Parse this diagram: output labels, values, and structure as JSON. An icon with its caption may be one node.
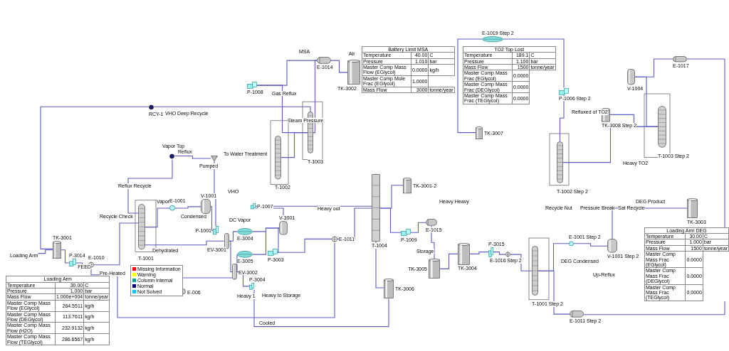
{
  "diagram": {
    "nodes": [
      {
        "text": [
          "TK-3001"
        ]
      },
      {
        "text": [
          "P-3014"
        ]
      },
      {
        "text": [
          "E-1010"
        ]
      },
      {
        "text": [
          "T-1001"
        ]
      },
      {
        "text": [
          "E-1001"
        ]
      },
      {
        "text": [
          "V-1001"
        ]
      },
      {
        "text": [
          "P-1001"
        ]
      },
      {
        "text": [],
        "shape": "triangle"
      },
      {
        "text": [
          "RCY-1"
        ]
      },
      {
        "text": [],
        "shape": "circle"
      },
      {
        "text": [
          "EV-3001"
        ]
      },
      {
        "text": [
          "E-3004"
        ]
      },
      {
        "text": [
          "V-3001"
        ]
      },
      {
        "text": [
          "E-3005"
        ]
      },
      {
        "text": [
          "EV-3002"
        ]
      },
      {
        "text": [
          "P-3004"
        ]
      },
      {
        "text": [
          "E-006"
        ]
      },
      {
        "text": [
          "P-3003"
        ]
      },
      {
        "text": [
          "E-1011"
        ]
      },
      {
        "text": [
          "T-1002"
        ]
      },
      {
        "text": [
          "T-1003"
        ]
      },
      {
        "text": [
          "E-1014"
        ]
      },
      {
        "text": [
          "P-1008"
        ]
      },
      {
        "text": [
          "TK-3002"
        ]
      },
      {
        "text": [
          "T-1004"
        ]
      },
      {
        "text": [
          "P-1009"
        ]
      },
      {
        "text": [
          "E-1015"
        ]
      },
      {
        "text": [
          "TK-3005"
        ]
      },
      {
        "text": [
          "TK-3004"
        ]
      },
      {
        "text": [
          "P-3015"
        ]
      },
      {
        "text": [
          "E-1016 Step 2"
        ]
      },
      {
        "text": [
          "T-1001 Step 2"
        ]
      },
      {
        "text": [
          "E-1001 Step 2"
        ]
      },
      {
        "text": [
          "V-1001 Step 2"
        ]
      },
      {
        "text": [
          "TK-3003"
        ]
      },
      {
        "text": [
          "E-1011 Step 2"
        ]
      },
      {
        "text": [
          "E-1019 Step 2"
        ]
      },
      {
        "text": [
          "P-1006 Step 2"
        ]
      },
      {
        "text": [
          "TK-3007"
        ]
      },
      {
        "text": [
          "T-1002 Step 2"
        ]
      },
      {
        "text": [
          "V-1004"
        ]
      },
      {
        "text": [
          "E-1017"
        ]
      },
      {
        "text": [
          "T-1003 Step 2"
        ]
      },
      {
        "text": [
          "TK-3001-2"
        ]
      },
      {
        "text": [
          "TK-3006"
        ]
      },
      {
        "text": [
          "TK-3008 Step 2"
        ]
      },
      {
        "text": [
          "P-1007"
        ]
      },
      {
        "text": [
          "Loading Arm"
        ]
      }
    ],
    "edges": [
      {
        "from": 47,
        "to": 0,
        "arrow": "none"
      },
      {
        "from": 0,
        "to": 1,
        "arrow": "none"
      },
      {
        "from": 1,
        "to": 2,
        "arrow": "none",
        "label": "FEED"
      },
      {
        "from": 2,
        "to": 3,
        "arrow": "none"
      },
      {
        "from": 3,
        "to": 4,
        "arrow": "none"
      },
      {
        "from": 4,
        "to": 5,
        "arrow": "none"
      },
      {
        "from": 5,
        "to": 6,
        "arrow": "none"
      },
      {
        "from": 6,
        "to": 7,
        "arrow": "none"
      },
      {
        "from": 7,
        "to": 9,
        "arrow": "none"
      },
      {
        "from": 9,
        "to": 3,
        "arrow": "none"
      },
      {
        "from": 8,
        "to": 0,
        "arrow": "none"
      },
      {
        "from": 20,
        "to": 8,
        "arrow": "none"
      },
      {
        "from": 3,
        "to": 10,
        "arrow": "none"
      },
      {
        "from": 10,
        "to": 11,
        "arrow": "none"
      },
      {
        "from": 11,
        "to": 12,
        "arrow": "none"
      },
      {
        "from": 10,
        "to": 14,
        "arrow": "none"
      },
      {
        "from": 14,
        "to": 13,
        "arrow": "none"
      },
      {
        "from": 13,
        "to": 12,
        "arrow": "none"
      },
      {
        "from": 12,
        "to": 17,
        "arrow": "none"
      },
      {
        "from": 17,
        "to": 18,
        "arrow": "none"
      },
      {
        "from": 14,
        "to": 15,
        "arrow": "none"
      },
      {
        "from": 15,
        "to": 44,
        "arrow": "none"
      },
      {
        "from": 16,
        "to": 14,
        "arrow": "none"
      },
      {
        "from": 18,
        "to": 2,
        "arrow": "none"
      },
      {
        "from": 19,
        "to": 20,
        "arrow": "none"
      },
      {
        "from": 20,
        "to": 21,
        "arrow": "none"
      },
      {
        "from": 21,
        "to": 22,
        "arrow": "none"
      },
      {
        "from": 22,
        "to": 20,
        "arrow": "none"
      },
      {
        "from": 21,
        "to": 23,
        "arrow": "none"
      },
      {
        "from": 12,
        "to": 46,
        "arrow": "none"
      },
      {
        "from": 46,
        "to": 24,
        "arrow": "none"
      },
      {
        "from": 18,
        "to": 24,
        "arrow": "none"
      },
      {
        "from": 24,
        "to": 43,
        "arrow": "none"
      },
      {
        "from": 24,
        "to": 25,
        "arrow": "none"
      },
      {
        "from": 25,
        "to": 26,
        "arrow": "none"
      },
      {
        "from": 26,
        "to": 27,
        "arrow": "none"
      },
      {
        "from": 27,
        "to": 28,
        "arrow": "none"
      },
      {
        "from": 28,
        "to": 29,
        "arrow": "none"
      },
      {
        "from": 29,
        "to": 30,
        "arrow": "none"
      },
      {
        "from": 30,
        "to": 31,
        "arrow": "none"
      },
      {
        "from": 31,
        "to": 32,
        "arrow": "none"
      },
      {
        "from": 32,
        "to": 33,
        "arrow": "none"
      },
      {
        "from": 33,
        "to": 34,
        "arrow": "none"
      },
      {
        "from": 31,
        "to": 35,
        "arrow": "none"
      },
      {
        "from": 41,
        "to": 35,
        "arrow": "none"
      },
      {
        "from": 24,
        "to": 44,
        "arrow": "none"
      },
      {
        "from": 36,
        "to": 37,
        "arrow": "none"
      },
      {
        "from": 36,
        "to": 38,
        "arrow": "none"
      },
      {
        "from": 37,
        "to": 39,
        "arrow": "none"
      },
      {
        "from": 39,
        "to": 42,
        "arrow": "none"
      },
      {
        "from": 42,
        "to": 40,
        "arrow": "none"
      },
      {
        "from": 40,
        "to": 41,
        "arrow": "none"
      },
      {
        "from": 45,
        "to": 42,
        "arrow": "none"
      }
    ],
    "labels": [
      "Pre-Heated",
      "Vapor",
      "Condensed",
      "Reflux",
      "Reflux Recycle",
      "Recycle Check",
      "Vapor Top",
      "Pumped",
      "To Water Treatment",
      "Dehydrated",
      "VHO",
      "DC Vapor",
      "Heavy 1",
      "Heavy to Storage",
      "Cooled",
      "Heavy out",
      "Air",
      "Storage",
      "Heavy Heavy",
      "Recycle Nut",
      "Pressure Break",
      "Sat Recycle",
      "Up-Reflux",
      "DEG Product",
      "DEG Condensed",
      "Heavy TO2",
      "Refluxed of TO2",
      "Gas Reflux",
      "MSA",
      "Steam Pressure",
      "VHO Deep Recycle",
      "Loading Arm",
      "Temperature",
      "30.00",
      "C",
      "Pressure",
      "1.000",
      "bar",
      "Mass Flow",
      "1.000e+004",
      "tonne/year",
      "Master Comp Mass Flow (EGlycol)",
      "264.5511",
      "kg/h",
      "Master Comp Mass Flow (DEGlycol)",
      "113.7611",
      "kg/h",
      "Master Comp Mass Flow (H2O)",
      "232.9132",
      "kg/h",
      "Master Comp Mass Flow (TEGlycol)",
      "286.6567",
      "kg/h",
      "Battery Limit MSA",
      "Temperature",
      "40.00",
      "C",
      "Pressure",
      "1.010",
      "bar",
      "Master Comp Mass Flow (EGlycol)",
      "0.0000",
      "kg/h",
      "Master Comp Mole Frac (EGlycol)",
      "1.0000",
      "Mass Flow",
      "3000",
      "tonne/year",
      "TO2 Top Lost",
      "Temperature",
      "189.1",
      "C",
      "Pressure",
      "1.100",
      "bar",
      "Mass Flow",
      "1500",
      "tonne/year",
      "Master Comp Mass Frac (EGlycol)",
      "0.0000",
      "Master Comp Mass Frac (DEGlycol)",
      "0.0000",
      "Master Comp Mass Frac (TEGlycol)",
      "0.0000",
      "Loading Arm DEG",
      "Temperature",
      "30.00",
      "C",
      "Pressure",
      "1.000",
      "bar",
      "Mass Flow",
      "1500",
      "tonne/year",
      "Master Comp Mass Frac (EGlycol)",
      "0.0000",
      "Master Comp Mass Frac (DEGlycol)",
      "0.0000",
      "Master Comp Mass Frac (TEGlycol)",
      "0.0000"
    ],
    "legend": [
      {
        "text": "Missing Information",
        "color": "#ff0000"
      },
      {
        "text": "Warning",
        "color": "#ffff00"
      },
      {
        "text": "Column Internal",
        "color": "#00a0a0"
      },
      {
        "text": "Normal",
        "color": "#000080"
      },
      {
        "text": "Not Solved",
        "color": "#00c8ff"
      }
    ]
  }
}
